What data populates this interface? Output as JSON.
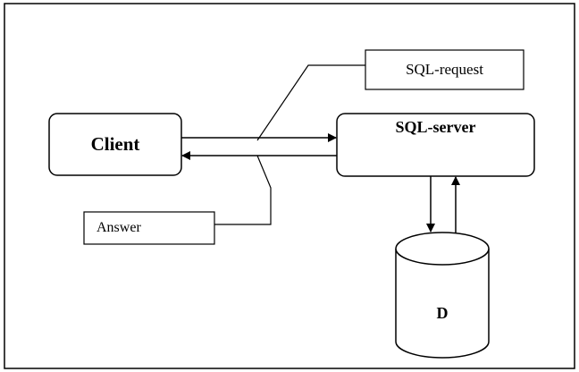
{
  "client": {
    "label": "Client"
  },
  "server": {
    "label": "SQL-server"
  },
  "request": {
    "label": "SQL-request"
  },
  "answer": {
    "label": "Answer"
  },
  "database": {
    "label": "D"
  }
}
